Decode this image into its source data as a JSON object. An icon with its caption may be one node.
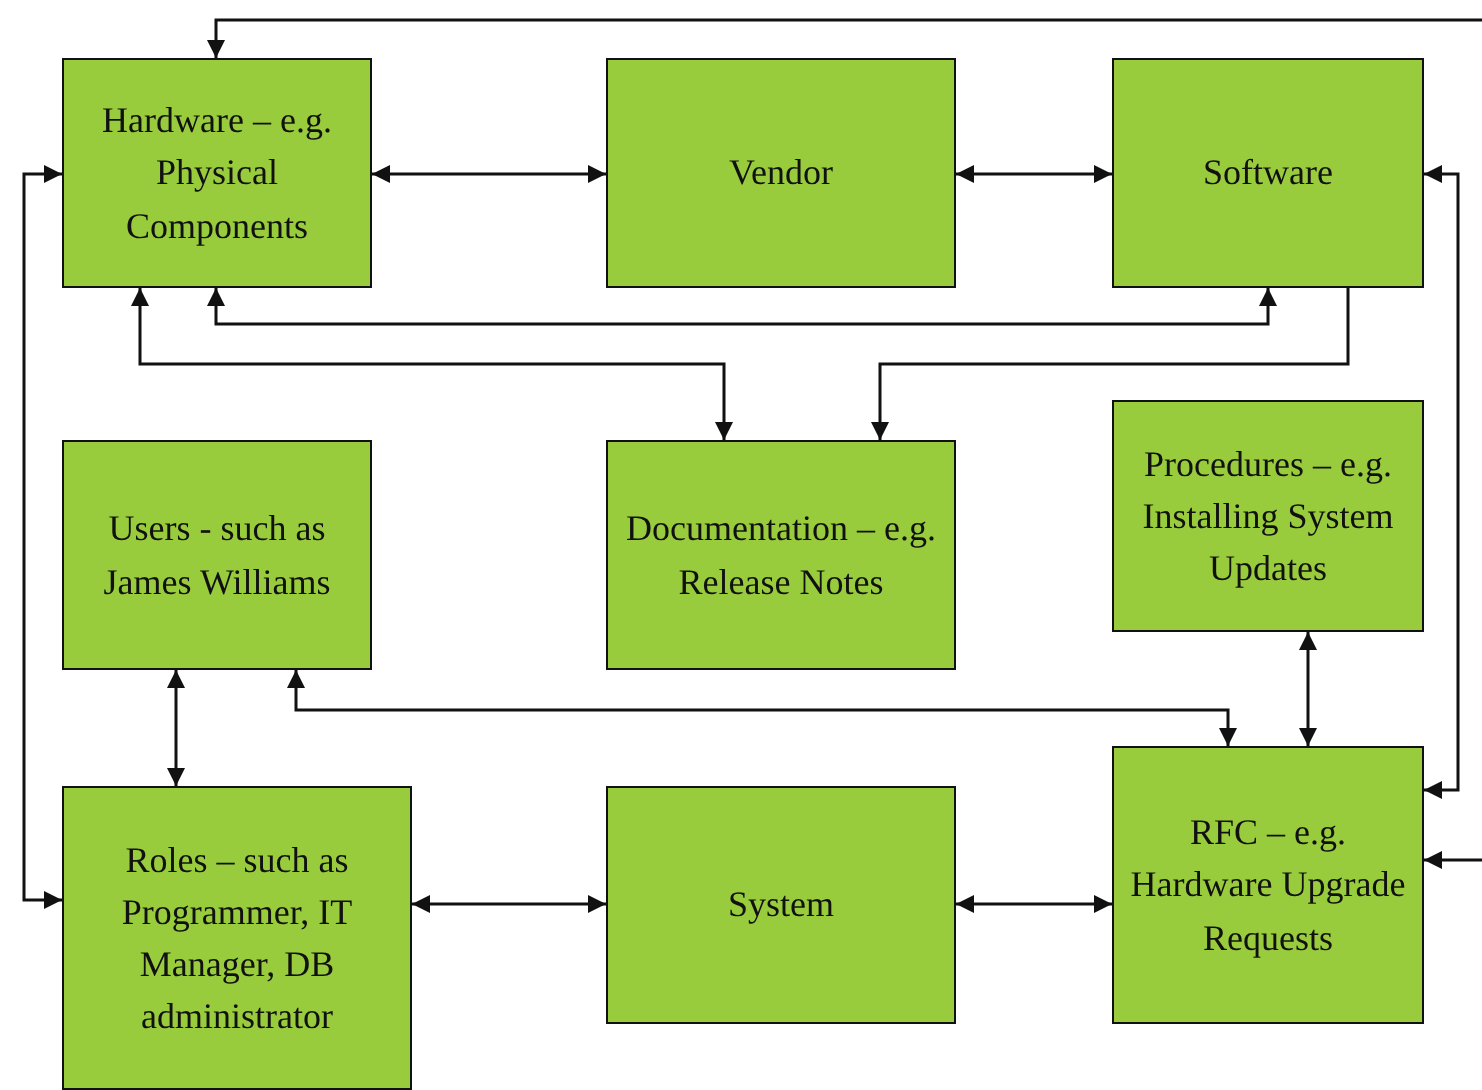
{
  "diagram": {
    "nodes": [
      {
        "text": [
          "Hardware – e.g. Physical Components"
        ]
      },
      {
        "text": [
          "Vendor"
        ]
      },
      {
        "text": [
          "Software"
        ]
      },
      {
        "text": [
          "Users - such as James Williams"
        ]
      },
      {
        "text": [
          "Documentation – e.g. Release Notes"
        ]
      },
      {
        "text": [
          "Procedures – e.g. Installing System Updates"
        ]
      },
      {
        "text": [
          "Roles – such as Programmer, IT Manager, DB administrator"
        ]
      },
      {
        "text": [
          "System"
        ]
      },
      {
        "text": [
          "RFC – e.g. Hardware Upgrade Requests"
        ]
      }
    ],
    "edges": [
      {
        "from": null,
        "to": 0,
        "arrow": "to"
      },
      {
        "from": 0,
        "to": 1,
        "arrow": "both"
      },
      {
        "from": 1,
        "to": 2,
        "arrow": "both"
      },
      {
        "from": 0,
        "to": 2,
        "arrow": "both"
      },
      {
        "from": 0,
        "to": 4,
        "arrow": "both"
      },
      {
        "from": 2,
        "to": 4,
        "arrow": "to"
      },
      {
        "from": 0,
        "to": 6,
        "arrow": "both"
      },
      {
        "from": 2,
        "to": 8,
        "arrow": "both"
      },
      {
        "from": 3,
        "to": 6,
        "arrow": "both"
      },
      {
        "from": 3,
        "to": 8,
        "arrow": "both"
      },
      {
        "from": 5,
        "to": 8,
        "arrow": "both"
      },
      {
        "from": 6,
        "to": 7,
        "arrow": "both"
      },
      {
        "from": 7,
        "to": 8,
        "arrow": "both"
      },
      {
        "from": null,
        "to": 8,
        "arrow": "to"
      }
    ]
  }
}
